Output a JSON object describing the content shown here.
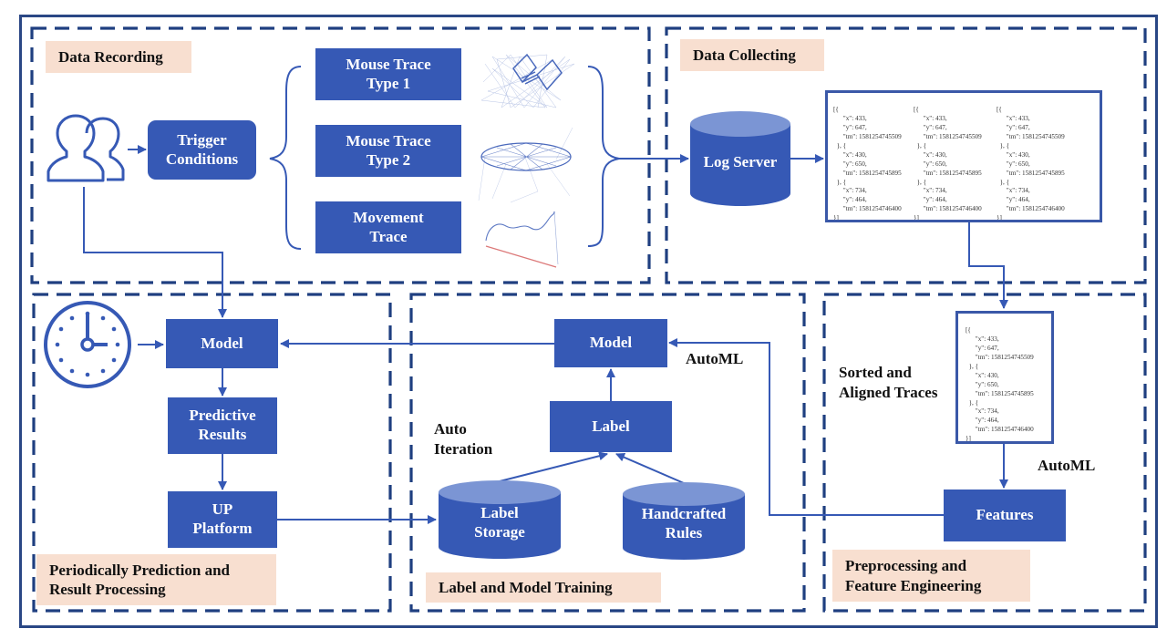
{
  "diagram": {
    "colors": {
      "box_fill": "#3659b5",
      "cylinder_top": "#7b95d4",
      "panel_dash": "#1f3f80",
      "section_label_bg": "#f8dfd0",
      "connector": "#3659b5"
    },
    "sections": {
      "data_recording": {
        "title": "Data Recording",
        "trigger": {
          "line1": "Trigger",
          "line2": "Conditions"
        },
        "traces": [
          {
            "line1": "Mouse Trace",
            "line2": "Type 1"
          },
          {
            "line1": "Mouse Trace",
            "line2": "Type 2"
          },
          {
            "line1": "Movement",
            "line2": "Trace"
          }
        ],
        "users_icon": "users-icon"
      },
      "data_collecting": {
        "title": "Data Collecting",
        "log_server": "Log Server",
        "json_lines": [
          "[{",
          "      \"x\": 433,",
          "      \"y\": 647,",
          "      \"tm\": 1581254745509",
          "  }, {",
          "      \"x\": 430,",
          "      \"y\": 650,",
          "      \"tm\": 1581254745895",
          "  }, {",
          "      \"x\": 734,",
          "      \"y\": 464,",
          "      \"tm\": 1581254746400",
          "}]"
        ]
      },
      "periodic": {
        "title_line1": "Periodically Prediction and",
        "title_line2": "Result Processing",
        "model": "Model",
        "predictive": {
          "line1": "Predictive",
          "line2": "Results"
        },
        "up_platform": {
          "line1": "UP",
          "line2": "Platform"
        },
        "clock_icon": "clock-icon"
      },
      "label_training": {
        "title": "Label and Model Training",
        "model": "Model",
        "label": "Label",
        "label_storage": {
          "line1": "Label",
          "line2": "Storage"
        },
        "handcrafted": {
          "line1": "Handcrafted",
          "line2": "Rules"
        },
        "auto_iteration": {
          "line1": "Auto",
          "line2": "Iteration"
        },
        "automl": "AutoML"
      },
      "preprocessing": {
        "title_line1": "Preprocessing and",
        "title_line2": "Feature Engineering",
        "sorted_traces": {
          "line1": "Sorted and",
          "line2": "Aligned Traces"
        },
        "automl": "AutoML",
        "features": "Features"
      }
    }
  }
}
